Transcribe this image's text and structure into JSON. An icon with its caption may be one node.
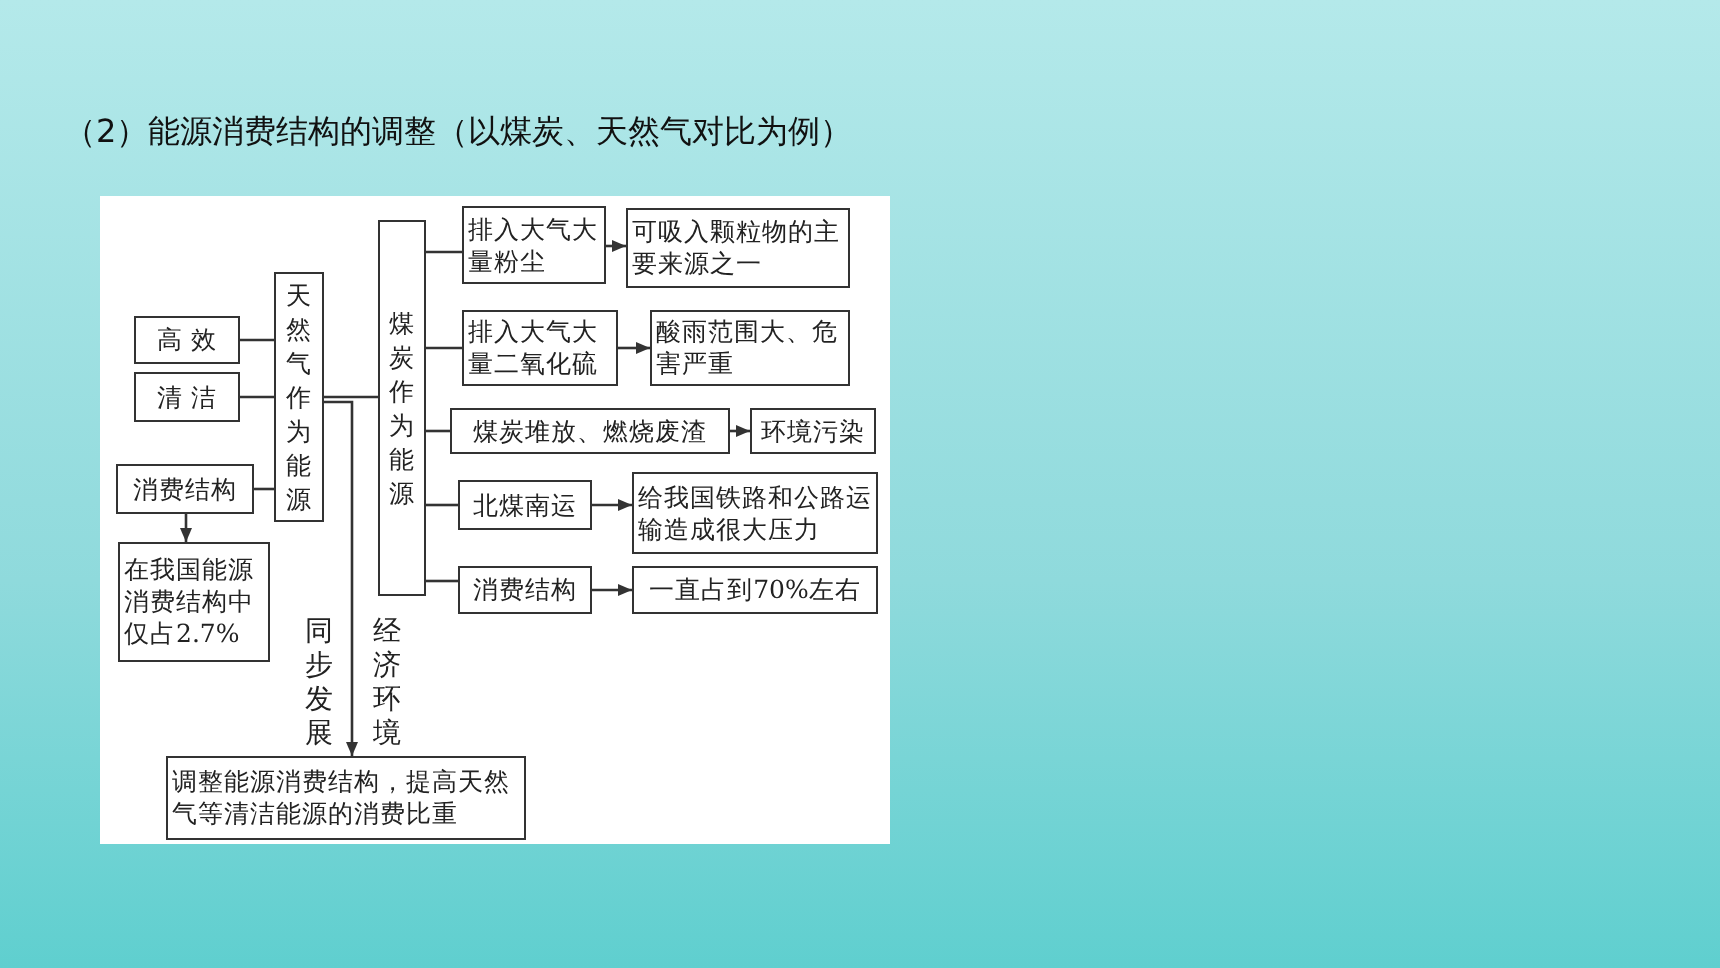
{
  "diagram": {
    "title": "（2）能源消费结构的调整（以煤炭、天然气对比为例）",
    "nodes": [
      {
        "text": [
          "高 效"
        ]
      },
      {
        "text": [
          "清 洁"
        ]
      },
      {
        "text": [
          "消费结构"
        ]
      },
      {
        "text": [
          "在我国能源消费结构中仅占2.7%"
        ]
      },
      {
        "text": [
          "天然气作为能源"
        ]
      },
      {
        "text": [
          "煤炭作为能源"
        ]
      },
      {
        "text": [
          "排入大气大量粉尘"
        ]
      },
      {
        "text": [
          "可吸入颗粒物的主要来源之一"
        ]
      },
      {
        "text": [
          "排入大气大量二氧化硫"
        ]
      },
      {
        "text": [
          "酸雨范围大、危害严重"
        ]
      },
      {
        "text": [
          "煤炭堆放、燃烧废渣"
        ]
      },
      {
        "text": [
          "环境污染"
        ]
      },
      {
        "text": [
          "北煤南运"
        ]
      },
      {
        "text": [
          "给我国铁路和公路运输造成很大压力"
        ]
      },
      {
        "text": [
          "消费结构"
        ]
      },
      {
        "text": [
          "一直占到70%左右"
        ]
      },
      {
        "text": [
          "调整能源消费结构，提高天然气等清洁能源的消费比重"
        ]
      }
    ],
    "edges": [
      {
        "from": 0,
        "to": 4,
        "arrow": "none"
      },
      {
        "from": 1,
        "to": 4,
        "arrow": "none"
      },
      {
        "from": 2,
        "to": 4,
        "arrow": "none"
      },
      {
        "from": 2,
        "to": 3,
        "arrow": "to"
      },
      {
        "from": 4,
        "to": 5,
        "arrow": "none"
      },
      {
        "from": 4,
        "to": 16,
        "arrow": "to"
      },
      {
        "from": 5,
        "to": 6,
        "arrow": "none"
      },
      {
        "from": 5,
        "to": 8,
        "arrow": "none"
      },
      {
        "from": 5,
        "to": 10,
        "arrow": "none"
      },
      {
        "from": 5,
        "to": 12,
        "arrow": "none"
      },
      {
        "from": 5,
        "to": 14,
        "arrow": "none"
      },
      {
        "from": 6,
        "to": 7,
        "arrow": "to"
      },
      {
        "from": 8,
        "to": 9,
        "arrow": "to"
      },
      {
        "from": 10,
        "to": 11,
        "arrow": "to"
      },
      {
        "from": 12,
        "to": 13,
        "arrow": "to"
      },
      {
        "from": 14,
        "to": 15,
        "arrow": "to"
      }
    ],
    "labels": [
      "同步发展",
      "经济环境"
    ]
  }
}
